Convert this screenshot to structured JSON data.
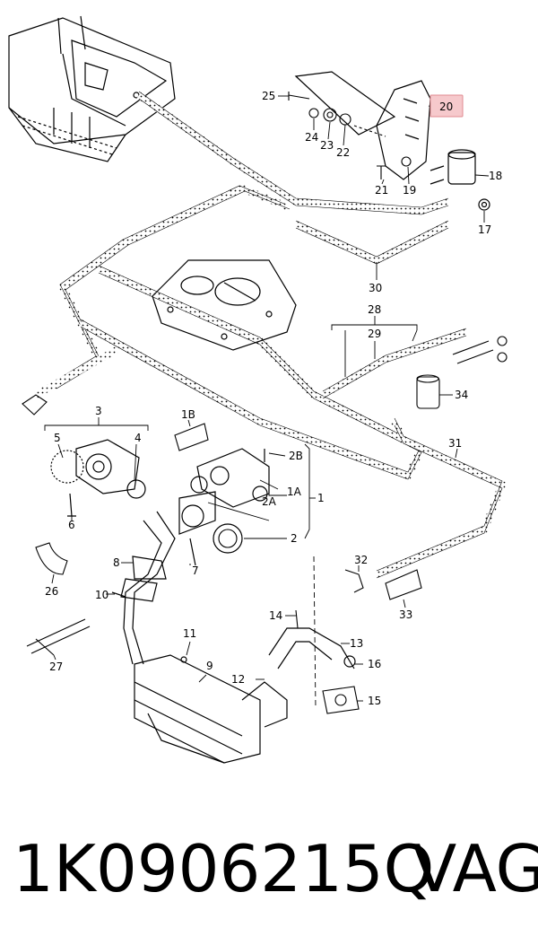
{
  "diagram": {
    "part_callouts": {
      "n1": "1",
      "n1A": "1A",
      "n1B": "1B",
      "n2": "2",
      "n2A": "2A",
      "n2B": "2B",
      "n3": "3",
      "n4": "4",
      "n5": "5",
      "n6": "6",
      "n7": "7",
      "n8": "8",
      "n9": "9",
      "n10": "10",
      "n11": "11",
      "n12": "12",
      "n13": "13",
      "n14": "14",
      "n15": "15",
      "n16": "16",
      "n17": "17",
      "n18": "18",
      "n19": "19",
      "n20": "20",
      "n21": "21",
      "n22": "22",
      "n23": "23",
      "n24": "24",
      "n25": "25",
      "n26": "26",
      "n27": "27",
      "n28": "28",
      "n29": "29",
      "n30": "30",
      "n31": "31",
      "n32": "32",
      "n33": "33",
      "n34": "34"
    },
    "highlighted_part": "20",
    "highlight_color": "#f6c9cc",
    "highlight_border": "#e08a90"
  },
  "caption": {
    "part_number": "1K0906215Q",
    "brand": "VAG"
  }
}
